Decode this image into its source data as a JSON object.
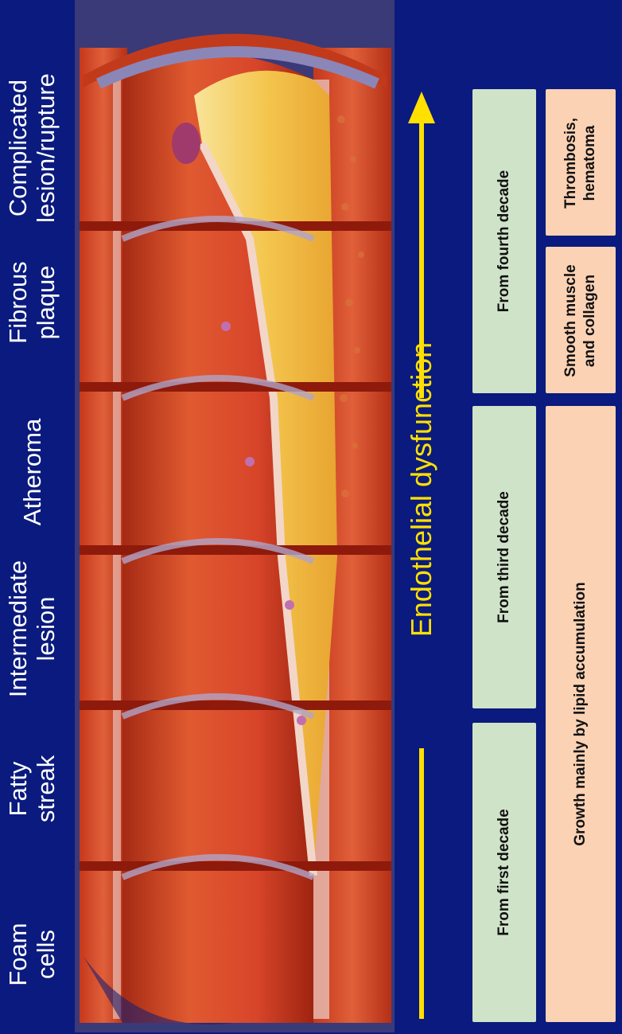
{
  "stages": [
    {
      "id": "foam-cells",
      "line1": "Foam",
      "line2": "cells"
    },
    {
      "id": "fatty-streak",
      "line1": "Fatty",
      "line2": "streak"
    },
    {
      "id": "intermediate-lesion",
      "line1": "Intermediate",
      "line2": "lesion"
    },
    {
      "id": "atheroma",
      "line1": "Atheroma",
      "line2": ""
    },
    {
      "id": "fibrous-plaque",
      "line1": "Fibrous",
      "line2": "plaque"
    },
    {
      "id": "complicated-lesion",
      "line1": "Complicated",
      "line2": "lesion/rupture"
    }
  ],
  "arrow": {
    "label": "Endothelial dysfunction"
  },
  "onset": [
    {
      "label": "From first decade"
    },
    {
      "label": "From third decade"
    },
    {
      "label": "From fourth decade"
    }
  ],
  "growth": [
    {
      "label": "Growth mainly by lipid accumulation"
    },
    {
      "line1": "Smooth muscle",
      "line2": "and collagen"
    },
    {
      "line1": "Thrombosis,",
      "line2": "hematoma"
    }
  ],
  "colors": {
    "background": "#0a1a7e",
    "arrow": "#ffe000",
    "onset_box": "#cfe3c8",
    "growth_box": "#fbd2b4"
  }
}
